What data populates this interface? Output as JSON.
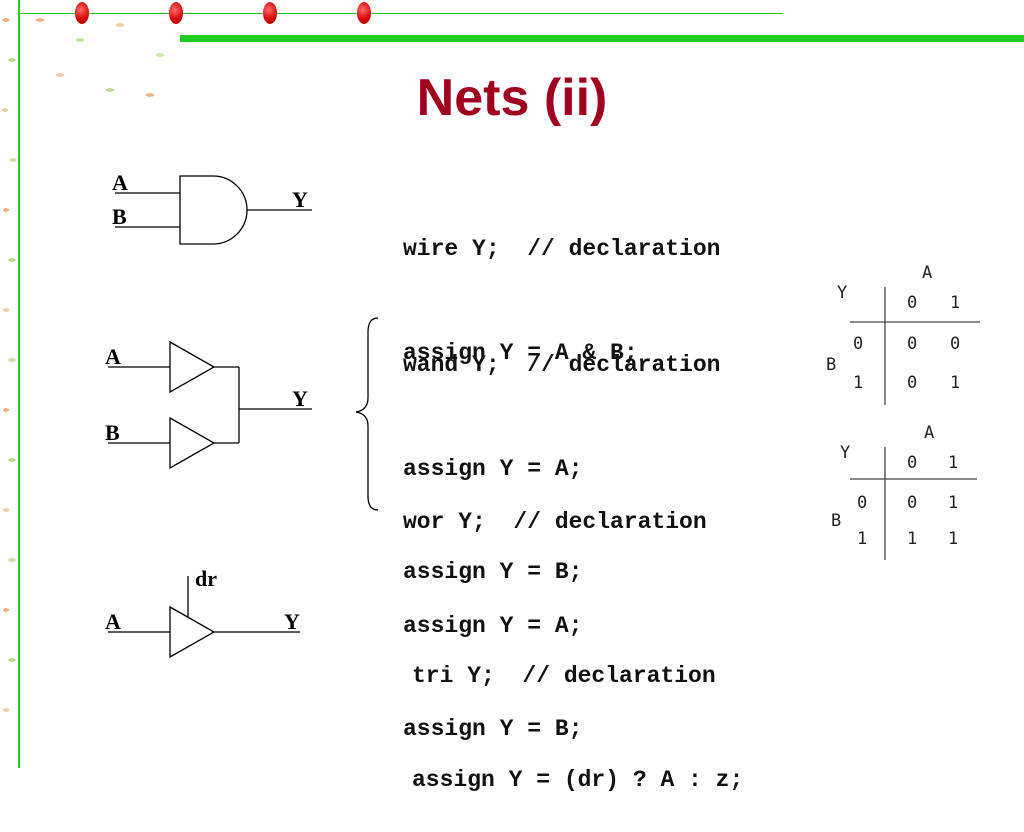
{
  "title": "Nets (ii)",
  "colors": {
    "title": "#a00020",
    "rule": "#22cc22",
    "dots": "#d40000"
  },
  "blocks": {
    "wire": [
      "wire Y;  // declaration",
      "assign Y = A & B;"
    ],
    "wand": [
      "wand Y;  // declaration",
      "assign Y = A;",
      "assign Y = B;"
    ],
    "wor": [
      "wor Y;  // declaration",
      "assign Y = A;",
      "assign Y = B;"
    ],
    "tri": [
      "tri Y;  // declaration",
      "assign Y = (dr) ? A : z;"
    ]
  },
  "diagrams": {
    "and_gate": {
      "in_a": "A",
      "in_b": "B",
      "out": "Y"
    },
    "buffers": {
      "in_a": "A",
      "in_b": "B",
      "out": "Y"
    },
    "tristate": {
      "in": "A",
      "enable": "dr",
      "out": "Y"
    }
  },
  "truth_tables": {
    "wand": {
      "out": "Y",
      "col_var": "A",
      "row_var": "B",
      "col_headers": [
        "0",
        "1"
      ],
      "row_headers": [
        "0",
        "1"
      ],
      "cells": [
        [
          "0",
          "0"
        ],
        [
          "0",
          "1"
        ]
      ]
    },
    "wor": {
      "out": "Y",
      "col_var": "A",
      "row_var": "B",
      "col_headers": [
        "0",
        "1"
      ],
      "row_headers": [
        "0",
        "1"
      ],
      "cells": [
        [
          "0",
          "1"
        ],
        [
          "1",
          "1"
        ]
      ]
    }
  }
}
